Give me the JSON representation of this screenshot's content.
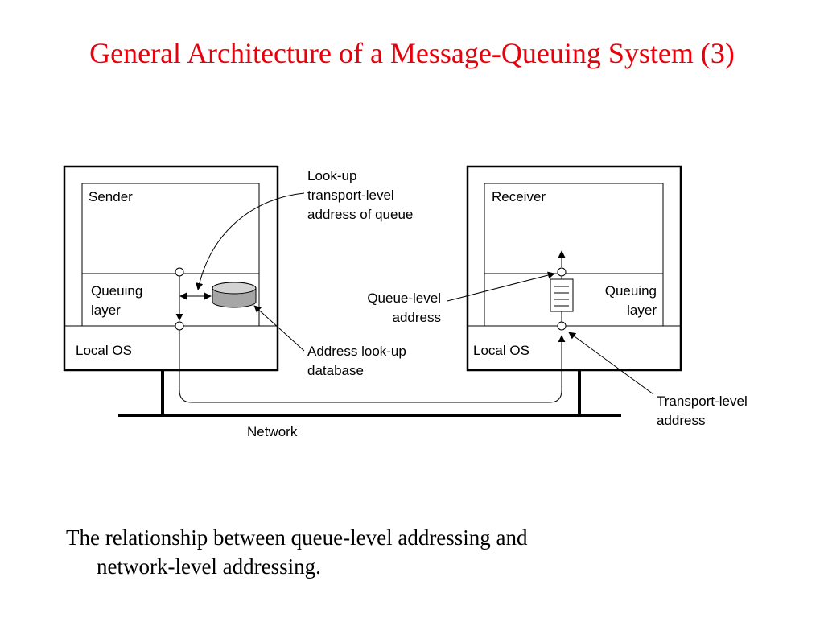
{
  "slide": {
    "title": "General Architecture of a Message-Queuing System (3)",
    "caption_line1": "The relationship between queue-level addressing and",
    "caption_line2": "network-level addressing.",
    "colors": {
      "title": "#e8000b",
      "text": "#000000",
      "database": "#a6a6a6"
    }
  },
  "diagram": {
    "sender_label": "Sender",
    "receiver_label": "Receiver",
    "sender_queuing_1": "Queuing",
    "sender_queuing_2": "layer",
    "receiver_queuing_1": "Queuing",
    "receiver_queuing_2": "layer",
    "sender_os": "Local OS",
    "receiver_os": "Local OS",
    "network": "Network",
    "lookup_1": "Look-up",
    "lookup_2": "transport-level",
    "lookup_3": "address of queue",
    "queue_level_1": "Queue-level",
    "queue_level_2": "address",
    "db_1": "Address look-up",
    "db_2": "database",
    "transport_1": "Transport-level",
    "transport_2": "address"
  }
}
